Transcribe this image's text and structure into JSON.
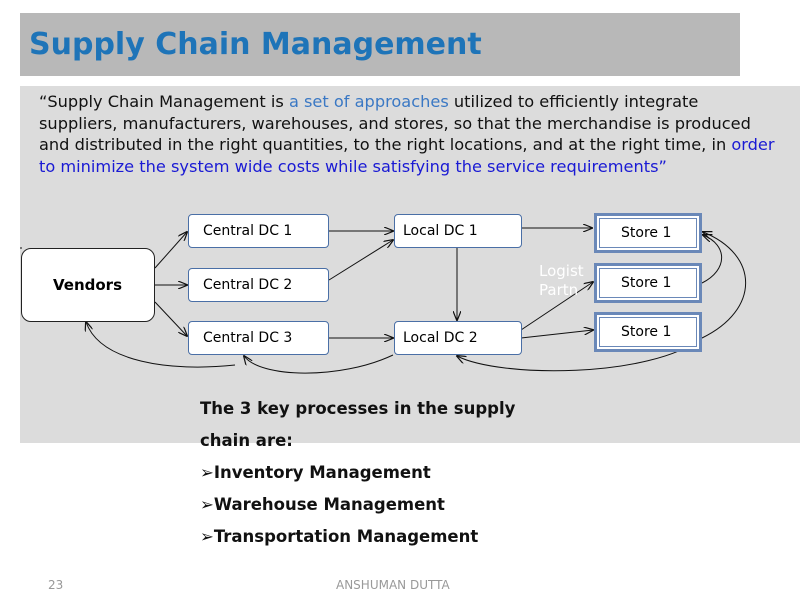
{
  "title": "Supply Chain Management",
  "quote": {
    "part1": "“Supply Chain Management is ",
    "highlight1": "a set of approaches",
    "part2": " utilized to efficiently integrate suppliers, manufacturers, warehouses, and stores, so that the merchandise is produced and distributed in the right quantities, to the right locations, and at the right time, in ",
    "highlight2": "order to minimize the system wide costs while satisfying the service requirements",
    "part3": "”"
  },
  "diagram": {
    "vendors": "Vendors",
    "central_dcs": [
      "Central DC 1",
      "Central DC 2",
      "Central DC 3"
    ],
    "local_dcs": [
      "Local DC 1",
      "Local DC 2"
    ],
    "stores": [
      "Store 1",
      "Store 1",
      "Store 1"
    ],
    "logistics_line1": "Logist",
    "logistics_line2": "Partn"
  },
  "processes": {
    "intro_line1": "The 3 key processes in the supply",
    "intro_line2": "chain are:",
    "bullet_glyph": "➢",
    "items": [
      "Inventory Management",
      "Warehouse Management",
      "Transportation Management"
    ]
  },
  "footer": {
    "page_number": "23",
    "author": "ANSHUMAN DUTTA"
  },
  "colors": {
    "title": "#1e74b8",
    "title_bar": "#b8b8b8",
    "panel": "#dcdcdc",
    "highlight_light": "#3a78c4",
    "highlight_dark": "#1a1ad4"
  }
}
